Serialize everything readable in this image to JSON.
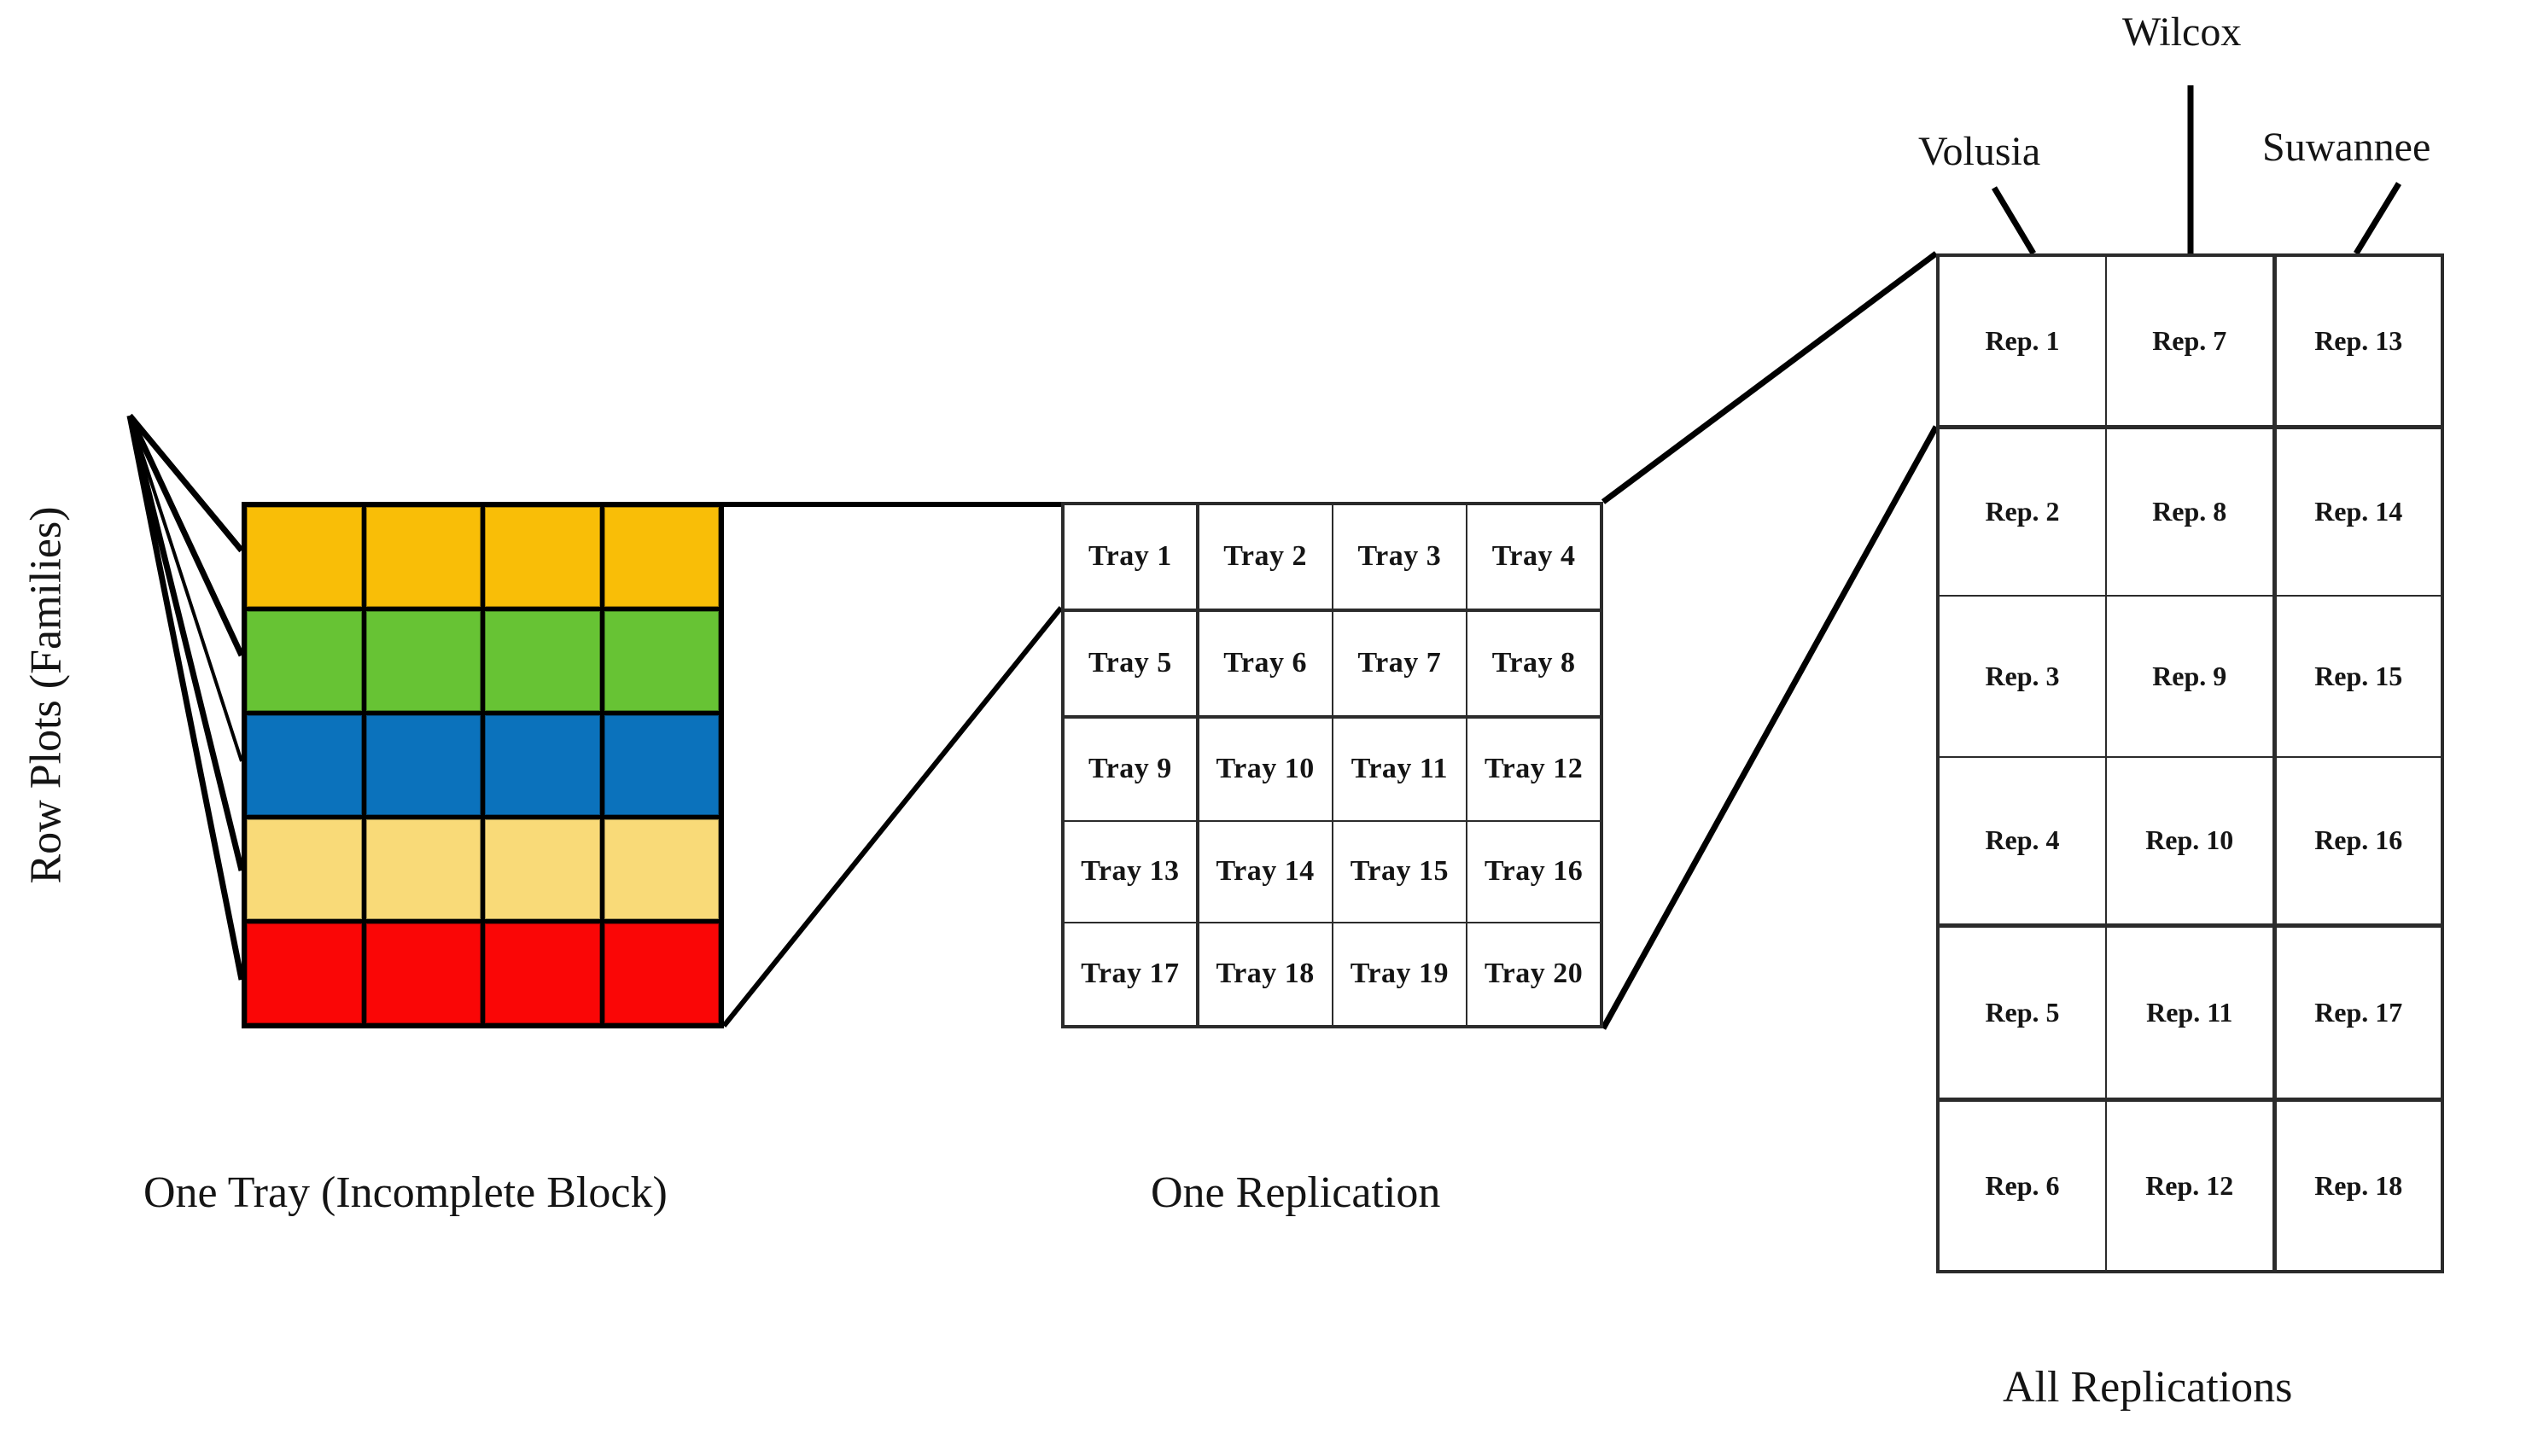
{
  "diagram": {
    "title_captions": {
      "one_tray": "One Tray (Incomplete Block)",
      "one_replication": "One Replication",
      "all_replications": "All Replications"
    },
    "axis_label": "Row Plots (Families)"
  },
  "tray_grid": {
    "rows": 5,
    "columns": 4,
    "row_colors": [
      "#F9BE07",
      "#67C334",
      "#0B72BC",
      "#F9DA78",
      "#FA0606"
    ],
    "row_color_names": [
      "amber",
      "green",
      "blue",
      "light-yellow",
      "red"
    ],
    "cells": [
      [
        "#F9BE07",
        "#F9BE07",
        "#F9BE07",
        "#F9BE07"
      ],
      [
        "#67C334",
        "#67C334",
        "#67C334",
        "#67C334"
      ],
      [
        "#0B72BC",
        "#0B72BC",
        "#0B72BC",
        "#0B72BC"
      ],
      [
        "#F9DA78",
        "#F9DA78",
        "#F9DA78",
        "#F9DA78"
      ],
      [
        "#FA0606",
        "#FA0606",
        "#FA0606",
        "#FA0606"
      ]
    ]
  },
  "replication_table": {
    "rows": 5,
    "columns": 4,
    "cells": [
      [
        "Tray 1",
        "Tray 2",
        "Tray 3",
        "Tray 4"
      ],
      [
        "Tray 5",
        "Tray 6",
        "Tray 7",
        "Tray 8"
      ],
      [
        "Tray 9",
        "Tray 10",
        "Tray 11",
        "Tray 12"
      ],
      [
        "Tray 13",
        "Tray 14",
        "Tray 15",
        "Tray 16"
      ],
      [
        "Tray 17",
        "Tray 18",
        "Tray 19",
        "Tray 20"
      ]
    ]
  },
  "all_replications_table": {
    "rows": 6,
    "columns": 3,
    "column_headers": [
      "Volusia",
      "Wilcox",
      "Suwannee"
    ],
    "cells": [
      [
        "Rep. 1",
        "Rep. 7",
        "Rep. 13"
      ],
      [
        "Rep. 2",
        "Rep. 8",
        "Rep. 14"
      ],
      [
        "Rep. 3",
        "Rep. 9",
        "Rep. 15"
      ],
      [
        "Rep. 4",
        "Rep. 10",
        "Rep. 16"
      ],
      [
        "Rep. 5",
        "Rep. 11",
        "Rep. 17"
      ],
      [
        "Rep. 6",
        "Rep. 12",
        "Rep. 18"
      ]
    ]
  },
  "site_labels": {
    "volusia": "Volusia",
    "wilcox": "Wilcox",
    "suwannee": "Suwannee"
  },
  "colors": {
    "stroke": "#000000",
    "table_stroke": "#2b2b2b",
    "text": "#141414",
    "background": "#ffffff"
  }
}
